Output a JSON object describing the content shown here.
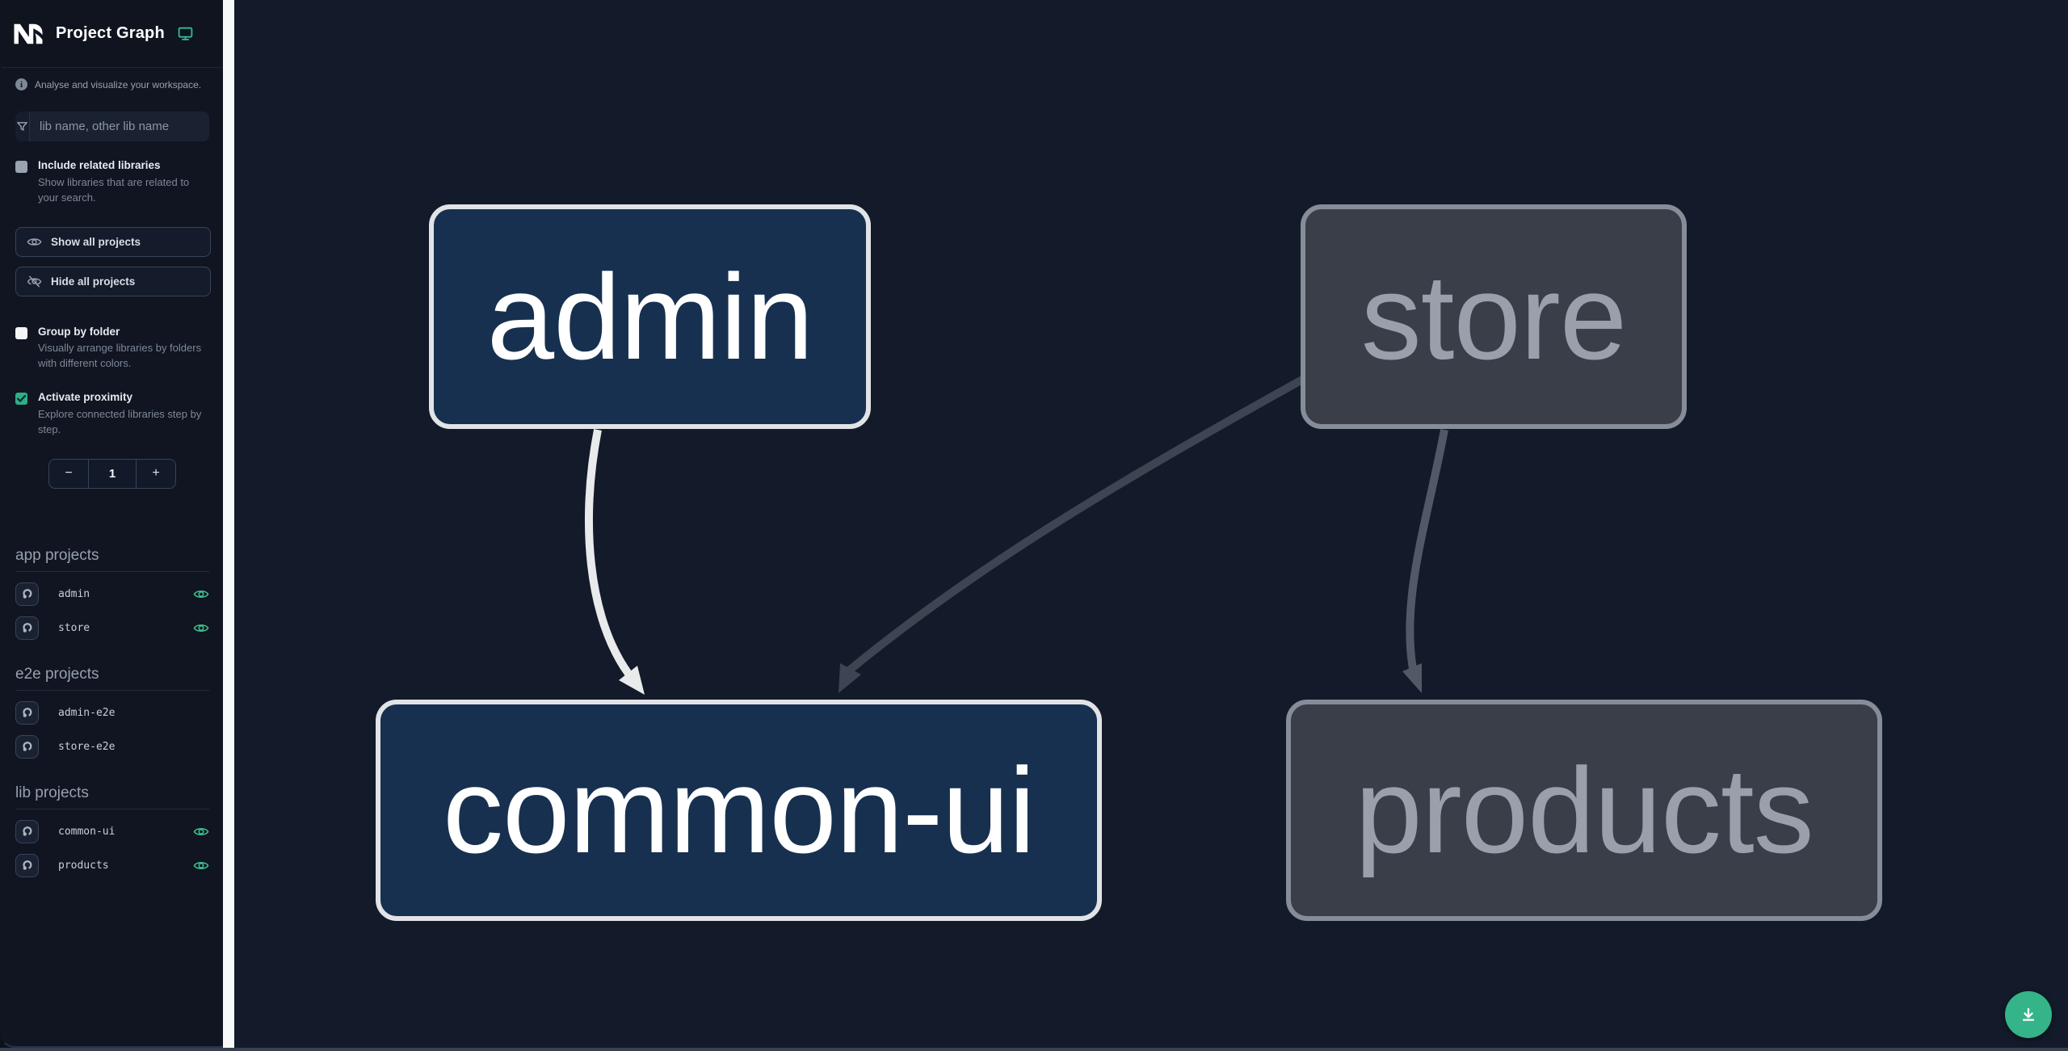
{
  "header": {
    "logo": "nx-logo",
    "title": "Project Graph",
    "env_icon": "monitor-icon"
  },
  "sidebar": {
    "tagline": {
      "icon": "info-icon",
      "text": "Analyse and visualize your workspace."
    },
    "search": {
      "icon": "filter-icon",
      "placeholder": "lib name, other lib name"
    },
    "options": [
      {
        "label": "Include related libraries",
        "description": "Show libraries that are related to your search.",
        "checked": false
      },
      {
        "label": "Group by folder",
        "description": "Visually arrange libraries by folders with different colors.",
        "checked": false
      },
      {
        "label": "Activate proximity",
        "description": "Explore connected libraries step by step.",
        "checked": true
      }
    ],
    "actions": [
      {
        "icon": "eye-icon",
        "label": "Show all projects"
      },
      {
        "icon": "eye-off-icon",
        "label": "Hide all projects"
      }
    ],
    "proximity_stepper": {
      "decrement": "−",
      "value": "1",
      "increment": "+"
    },
    "sections": [
      {
        "title": "app projects",
        "items": [
          {
            "name": "admin",
            "eye_visible": true
          },
          {
            "name": "store",
            "eye_visible": true
          }
        ]
      },
      {
        "title": "e2e projects",
        "items": [
          {
            "name": "admin-e2e",
            "eye_visible": false
          },
          {
            "name": "store-e2e",
            "eye_visible": false
          }
        ]
      },
      {
        "title": "lib projects",
        "items": [
          {
            "name": "common-ui",
            "eye_visible": true
          },
          {
            "name": "products",
            "eye_visible": true
          }
        ]
      }
    ]
  },
  "graph": {
    "nodes": [
      {
        "id": "admin",
        "label": "admin",
        "state": "focused"
      },
      {
        "id": "store",
        "label": "store",
        "state": "unfocused"
      },
      {
        "id": "common-ui",
        "label": "common-ui",
        "state": "focused"
      },
      {
        "id": "products",
        "label": "products",
        "state": "unfocused"
      }
    ],
    "edges": [
      {
        "from": "admin",
        "to": "common-ui",
        "state": "highlighted"
      },
      {
        "from": "store",
        "to": "common-ui",
        "state": "dimmed"
      },
      {
        "from": "store",
        "to": "products",
        "state": "dimmed"
      }
    ]
  },
  "fab": {
    "icon": "download-icon"
  },
  "colors": {
    "accent_green": "#2FBE8F",
    "fab_green": "#35B389",
    "canvas_bg": "#131A29",
    "sidebar_bg": "#101521",
    "focused_node_fill": "#17304F",
    "focused_node_border": "#E1E3E6",
    "unfocused_node_fill": "#393E49",
    "unfocused_node_border": "#868D99",
    "edge_highlight": "#E9EAEC",
    "edge_dim": "#3D4452",
    "edge_dim_light": "#515866"
  }
}
